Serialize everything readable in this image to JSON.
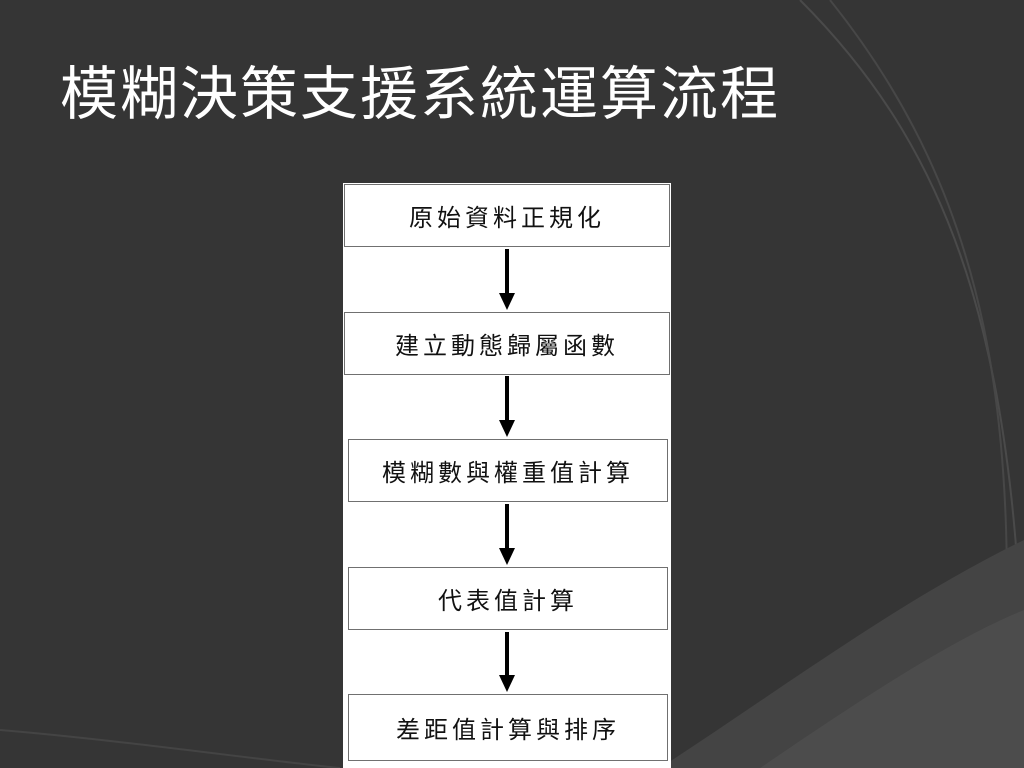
{
  "slide": {
    "title": "模糊決策支援系統運算流程"
  },
  "flowchart": {
    "steps": [
      {
        "label": "原始資料正規化"
      },
      {
        "label": "建立動態歸屬函數"
      },
      {
        "label": "模糊數與權重值計算"
      },
      {
        "label": "代表值計算"
      },
      {
        "label": "差距值計算與排序"
      }
    ]
  },
  "colors": {
    "background": "#353535",
    "arc": "#4a4a4a",
    "title_text": "#ffffff",
    "panel": "#ffffff",
    "arrow": "#000000"
  }
}
